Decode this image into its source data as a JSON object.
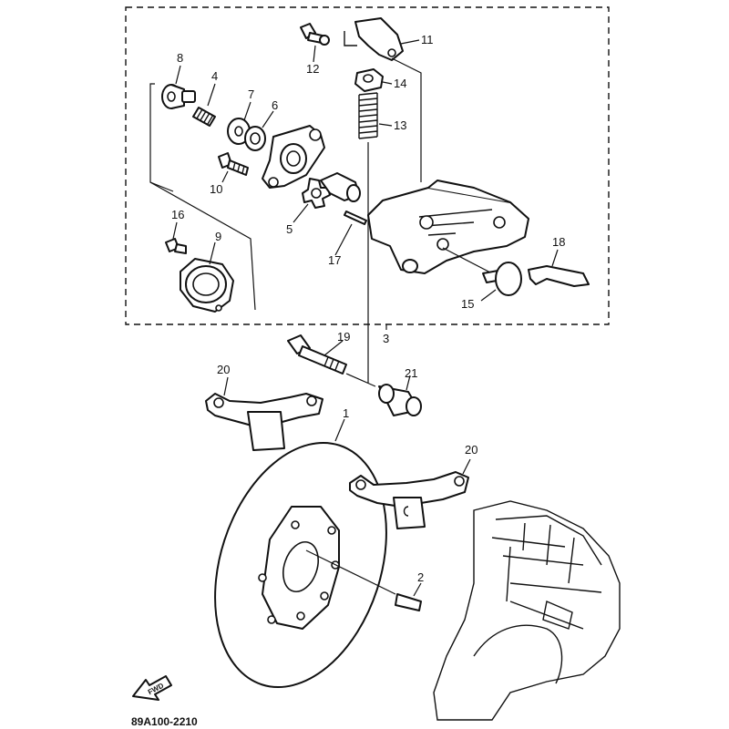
{
  "diagram": {
    "drawing_code": "89A100-2210",
    "direction_arrow": {
      "label": "FWD",
      "icon": "fwd-arrow-icon"
    },
    "callouts": [
      "1",
      "2",
      "3",
      "4",
      "5",
      "6",
      "7",
      "8",
      "9",
      "10",
      "11",
      "12",
      "13",
      "14",
      "15",
      "16",
      "17",
      "18",
      "19",
      "20",
      "20",
      "21"
    ],
    "colors": {
      "ink": "#111111",
      "paper": "#ffffff"
    }
  }
}
